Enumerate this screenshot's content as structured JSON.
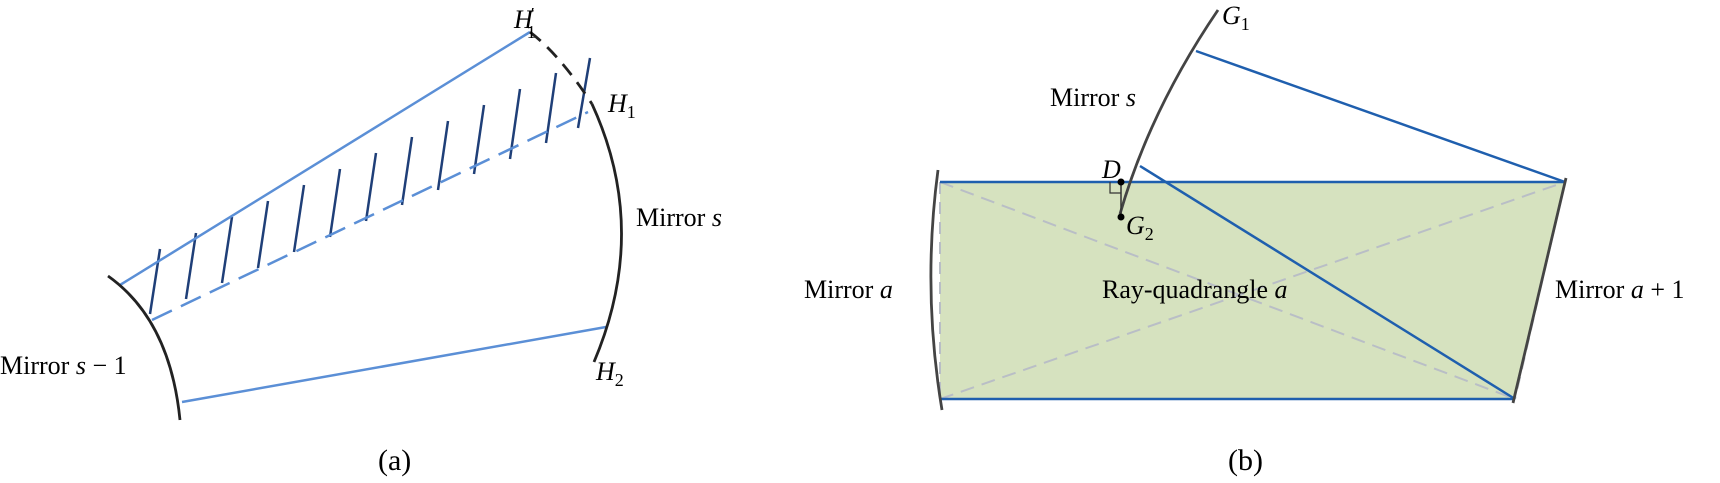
{
  "colors": {
    "mirror": "#222222",
    "ray_light": "#5b8fd6",
    "ray_dark": "#1f5fae",
    "hatch": "#1f3f78",
    "quad_fill": "#d6e2bf",
    "diag": "#b9bec6"
  },
  "panel_a": {
    "caption": "(a)",
    "mirror_s_label": {
      "prefix": "Mirror ",
      "var": "s"
    },
    "mirror_s1_label": {
      "prefix": "Mirror ",
      "var": "s",
      "suffix": " − 1"
    },
    "h1p": {
      "base": "H",
      "sub": "1",
      "prime": "′"
    },
    "h1": {
      "base": "H",
      "sub": "1"
    },
    "h2": {
      "base": "H",
      "sub": "2"
    }
  },
  "panel_b": {
    "caption": "(b)",
    "mirror_s_label": {
      "prefix": "Mirror ",
      "var": "s"
    },
    "mirror_a_label": {
      "prefix": "Mirror ",
      "var": "a"
    },
    "mirror_a1_label": {
      "prefix": "Mirror ",
      "var": "a",
      "suffix": " + 1"
    },
    "quad_label": {
      "prefix": "Ray-quadrangle ",
      "var": "a"
    },
    "g1": {
      "base": "G",
      "sub": "1"
    },
    "g2": {
      "base": "G",
      "sub": "2"
    },
    "d": {
      "base": "D"
    }
  }
}
